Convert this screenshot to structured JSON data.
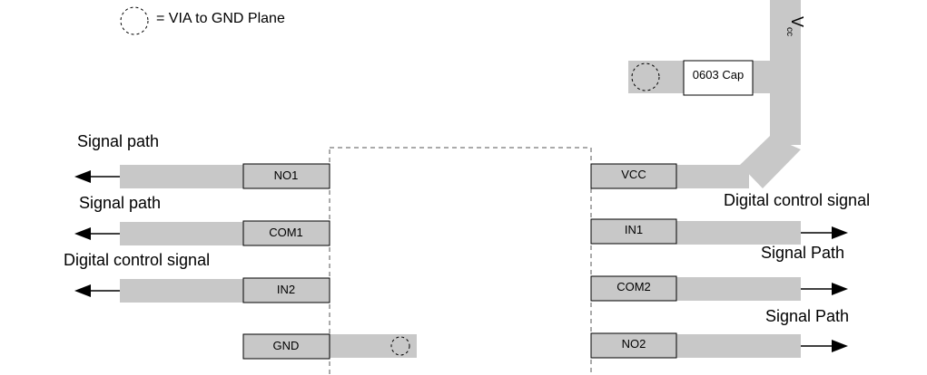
{
  "legend": {
    "text": "= VIA to GND Plane"
  },
  "left": {
    "pins": [
      "NO1",
      "COM1",
      "IN2",
      "GND"
    ],
    "labels": [
      "Signal path",
      "Signal path",
      "Digital control signal"
    ]
  },
  "right": {
    "pins": [
      "VCC",
      "IN1",
      "COM2",
      "NO2"
    ],
    "labels": [
      "Digital control signal",
      "Signal Path",
      "Signal Path"
    ]
  },
  "cap": {
    "label": "0603 Cap"
  },
  "vcc": {
    "main": "V",
    "sub": "cc"
  }
}
